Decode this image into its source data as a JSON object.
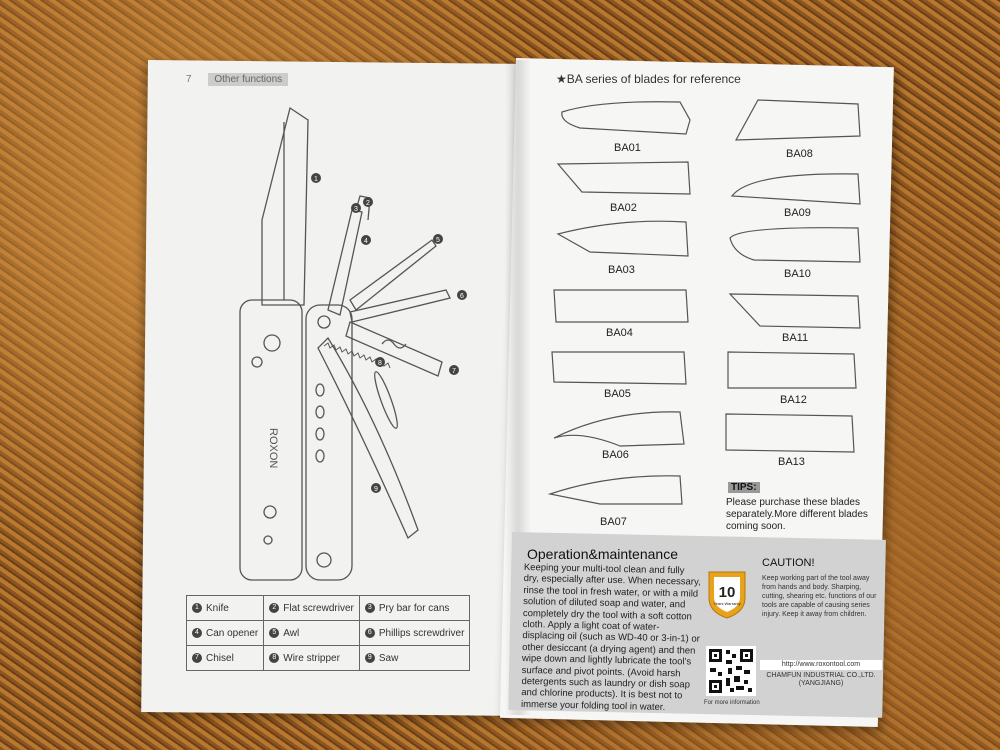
{
  "left_page": {
    "page_number": "7",
    "section_title": "Other functions",
    "callouts": [
      "1",
      "2",
      "3",
      "4",
      "5",
      "6",
      "7",
      "8",
      "9"
    ],
    "brand_on_handle": "ROXON",
    "legend": [
      [
        {
          "num": "1",
          "label": "Knife"
        },
        {
          "num": "2",
          "label": "Flat screwdriver"
        },
        {
          "num": "3",
          "label": "Pry bar for cans"
        }
      ],
      [
        {
          "num": "4",
          "label": "Can opener"
        },
        {
          "num": "5",
          "label": "Awl"
        },
        {
          "num": "6",
          "label": "Phillips screwdriver"
        }
      ],
      [
        {
          "num": "7",
          "label": "Chisel"
        },
        {
          "num": "8",
          "label": "Wire stripper"
        },
        {
          "num": "9",
          "label": "Saw"
        }
      ]
    ]
  },
  "right_page": {
    "section_title": "★BA series of blades for reference",
    "blades": [
      "BA01",
      "BA02",
      "BA03",
      "BA04",
      "BA05",
      "BA06",
      "BA07",
      "BA08",
      "BA09",
      "BA10",
      "BA11",
      "BA12",
      "BA13"
    ],
    "tips": {
      "title": "TIPS:",
      "text": "Please purchase these blades separately.More different blades coming soon."
    },
    "operation": {
      "title": "Operation&maintenance",
      "text": "Keeping your multi-tool clean and fully dry, especially after use. When necessary, rinse the tool in fresh water, or with a mild solution of diluted soap and water, and completely dry the tool with a soft cotton cloth. Apply a light coat of water-displacing oil (such as WD-40 or 3-in-1) or other desiccant (a drying agent) and then wipe down and lightly lubricate the tool's surface and pivot points. (Avoid harsh detergents such as laundry or dish soap and chlorine products). It is best not to immerse your folding tool in water."
    },
    "caution": {
      "title": "CAUTION!",
      "text": "Keep working part of the tool away from hands and body. Sharping, cutting, shearing etc. functions of our tools are capable of causing series injury. Keep it away from children."
    },
    "warranty": {
      "number": "10",
      "label": "Years Warranty"
    },
    "qr_caption": "For more information",
    "contact": {
      "url": "http://www.roxontool.com",
      "company": "CHAMFUN INDUSTRIAL CO.,LTD.",
      "city": "(YANGJIANG)"
    }
  },
  "colors": {
    "page": "#f4f4f2",
    "panel": "#d2d2d2",
    "line_art": "#555555",
    "badge_gold": "#e8a21c"
  }
}
